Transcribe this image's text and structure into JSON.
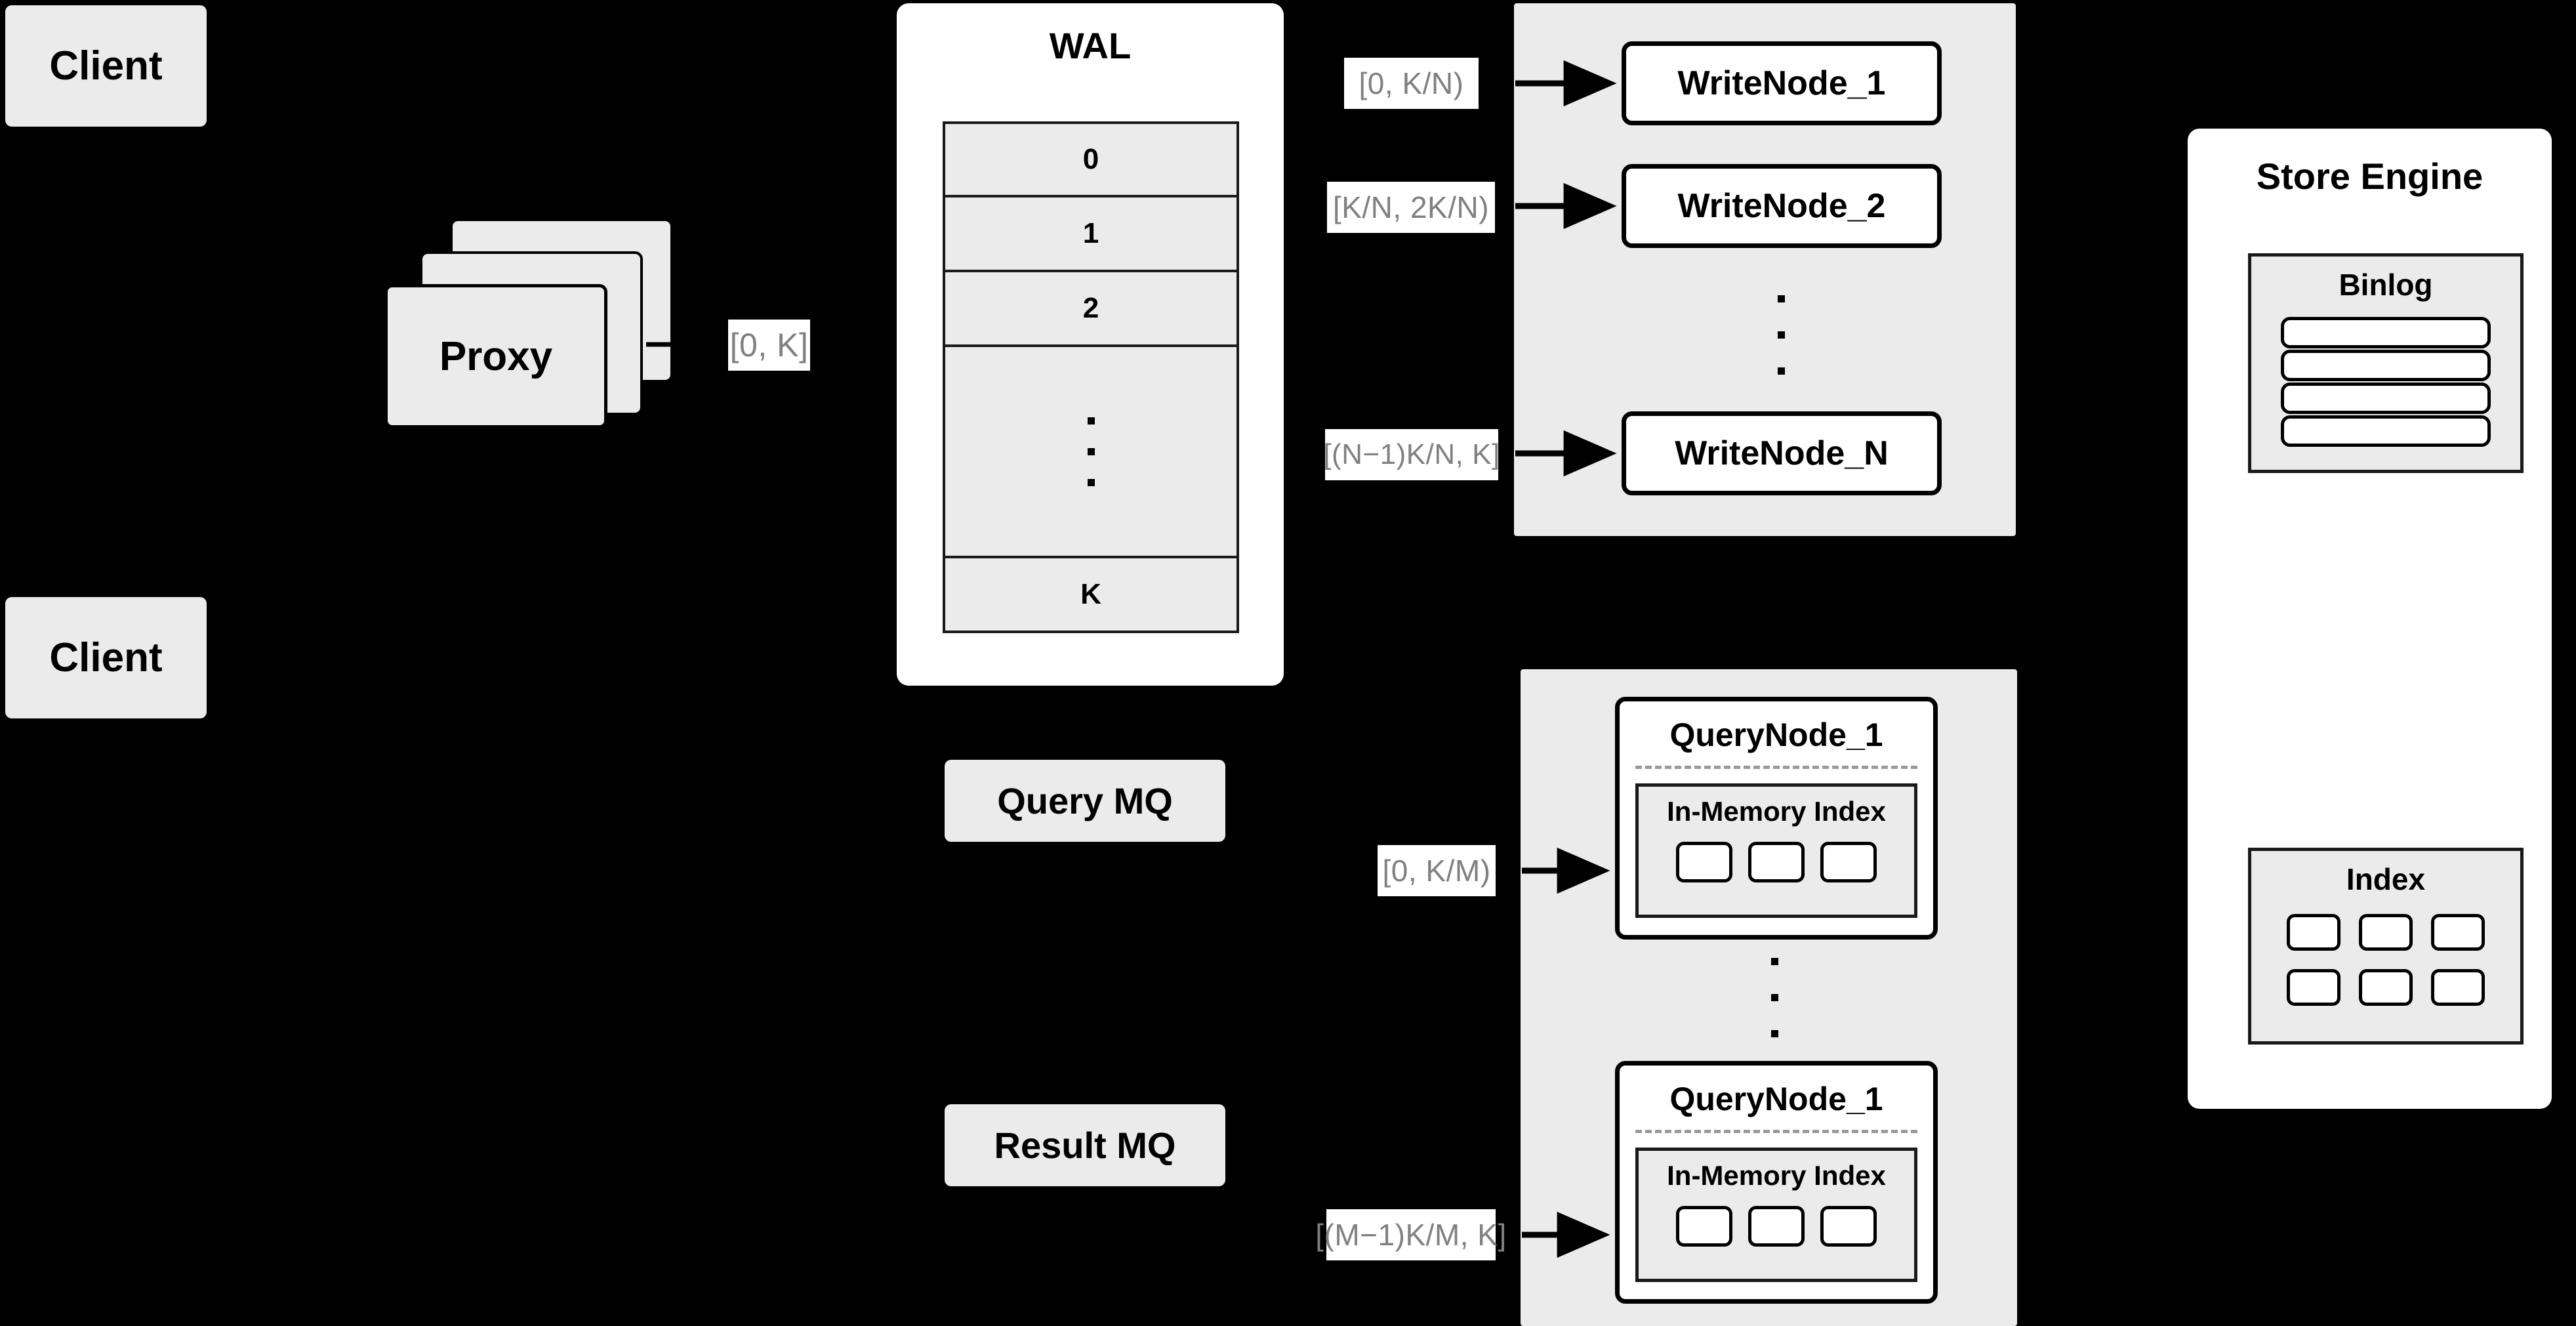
{
  "diagram": {
    "title": "Distributed Write / Query Architecture",
    "background_color": "#000000",
    "card_fill": "#ebebeb",
    "panel_fill": "#ffffff",
    "stroke_color": "#000000",
    "chip_text_color": "#808080"
  },
  "clients": [
    {
      "label": "Client"
    },
    {
      "label": "Client"
    }
  ],
  "proxy": {
    "label": "Proxy",
    "stack_count": 3,
    "range_chip": "[0, K]"
  },
  "wal": {
    "title": "WAL",
    "entries": [
      "0",
      "1",
      "2",
      "",
      "K"
    ],
    "ellipsis_row_index": 3,
    "ellipsis_dots": 3
  },
  "message_queues": [
    {
      "label": "Query MQ"
    },
    {
      "label": "Result MQ"
    }
  ],
  "write_cluster": {
    "nodes": [
      {
        "label": "WriteNode_1",
        "range_chip": "[0,  K/N)"
      },
      {
        "label": "WriteNode_2",
        "range_chip": "[K/N, 2K/N)"
      },
      {
        "label": "WriteNode_N",
        "range_chip": "[(N−1)K/N,  K]"
      }
    ],
    "ellipsis_dots": 3
  },
  "query_cluster": {
    "nodes": [
      {
        "label": "QueryNode_1",
        "range_chip": "[0, K/M)",
        "index_panel": {
          "title": "In-Memory Index",
          "slot_count": 3
        }
      },
      {
        "label": "QueryNode_1",
        "range_chip": "[(M−1)K/M, K]",
        "index_panel": {
          "title": "In-Memory Index",
          "slot_count": 3
        }
      }
    ],
    "ellipsis_dots": 3
  },
  "store_engine": {
    "title": "Store Engine",
    "binlog": {
      "title": "Binlog",
      "bar_count": 4
    },
    "index": {
      "title": "Index",
      "slot_rows": 2,
      "slot_cols": 3
    }
  }
}
